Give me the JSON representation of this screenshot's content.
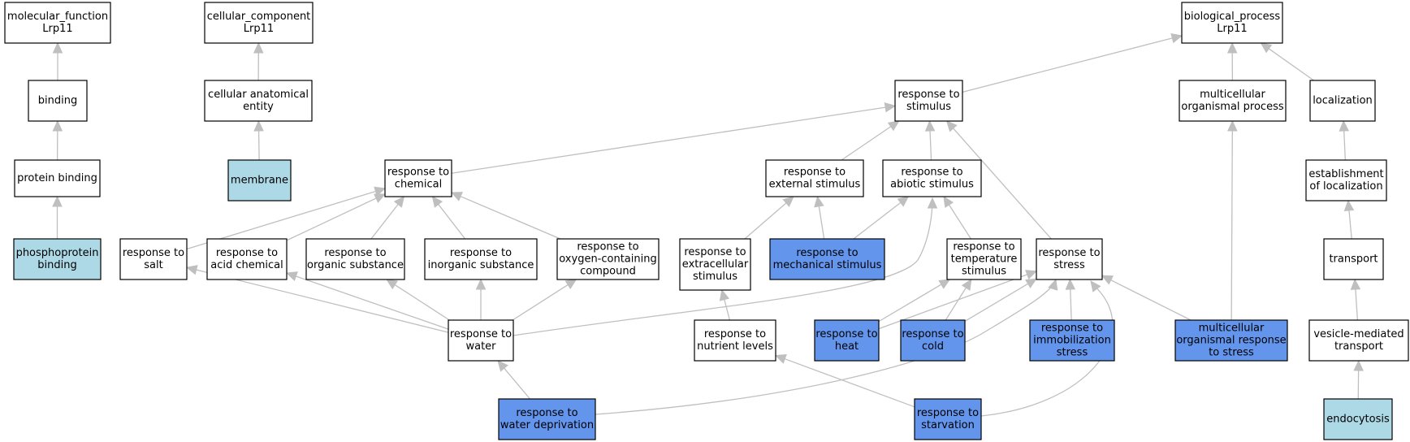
{
  "colors": {
    "plain": "#ffffff",
    "light_blue": "#add8e6",
    "blue": "#6495ed",
    "edge": "#bfbfbf",
    "border": "#000000"
  },
  "nodes": [
    {
      "id": "mf",
      "lines": [
        "molecular_function",
        "Lrp11"
      ],
      "fill": "plain"
    },
    {
      "id": "binding",
      "lines": [
        "binding"
      ],
      "fill": "plain"
    },
    {
      "id": "protein_binding",
      "lines": [
        "protein binding"
      ],
      "fill": "plain"
    },
    {
      "id": "phosphoprotein_binding",
      "lines": [
        "phosphoprotein",
        "binding"
      ],
      "fill": "light_blue"
    },
    {
      "id": "cc",
      "lines": [
        "cellular_component",
        "Lrp11"
      ],
      "fill": "plain"
    },
    {
      "id": "cae",
      "lines": [
        "cellular anatomical",
        "entity"
      ],
      "fill": "plain"
    },
    {
      "id": "membrane",
      "lines": [
        "membrane"
      ],
      "fill": "light_blue"
    },
    {
      "id": "bp",
      "lines": [
        "biological_process",
        "Lrp11"
      ],
      "fill": "plain"
    },
    {
      "id": "rts",
      "lines": [
        "response to",
        "stimulus"
      ],
      "fill": "plain"
    },
    {
      "id": "mop",
      "lines": [
        "multicellular",
        "organismal process"
      ],
      "fill": "plain"
    },
    {
      "id": "loc",
      "lines": [
        "localization"
      ],
      "fill": "plain"
    },
    {
      "id": "rtc",
      "lines": [
        "response to",
        "chemical"
      ],
      "fill": "plain"
    },
    {
      "id": "res",
      "lines": [
        "response to",
        "external stimulus"
      ],
      "fill": "plain"
    },
    {
      "id": "ras",
      "lines": [
        "response to",
        "abiotic stimulus"
      ],
      "fill": "plain"
    },
    {
      "id": "eol",
      "lines": [
        "establishment",
        "of localization"
      ],
      "fill": "plain"
    },
    {
      "id": "rtsalt",
      "lines": [
        "response to",
        "salt"
      ],
      "fill": "plain"
    },
    {
      "id": "rac",
      "lines": [
        "response to",
        "acid chemical"
      ],
      "fill": "plain"
    },
    {
      "id": "ros",
      "lines": [
        "response to",
        "organic substance"
      ],
      "fill": "plain"
    },
    {
      "id": "ris",
      "lines": [
        "response to",
        "inorganic substance"
      ],
      "fill": "plain"
    },
    {
      "id": "rocc",
      "lines": [
        "response to",
        "oxygen-containing",
        "compound"
      ],
      "fill": "plain"
    },
    {
      "id": "rexs",
      "lines": [
        "response to",
        "extracellular",
        "stimulus"
      ],
      "fill": "plain"
    },
    {
      "id": "rms",
      "lines": [
        "response to",
        "mechanical stimulus"
      ],
      "fill": "blue"
    },
    {
      "id": "rtemp",
      "lines": [
        "response to",
        "temperature",
        "stimulus"
      ],
      "fill": "plain"
    },
    {
      "id": "rstress",
      "lines": [
        "response to",
        "stress"
      ],
      "fill": "plain"
    },
    {
      "id": "transport",
      "lines": [
        "transport"
      ],
      "fill": "plain"
    },
    {
      "id": "rwater",
      "lines": [
        "response to",
        "water"
      ],
      "fill": "plain"
    },
    {
      "id": "rnl",
      "lines": [
        "response to",
        "nutrient levels"
      ],
      "fill": "plain"
    },
    {
      "id": "rheat",
      "lines": [
        "response to",
        "heat"
      ],
      "fill": "blue"
    },
    {
      "id": "rcold",
      "lines": [
        "response to",
        "cold"
      ],
      "fill": "blue"
    },
    {
      "id": "ris2",
      "lines": [
        "response to",
        "immobilization",
        "stress"
      ],
      "fill": "blue"
    },
    {
      "id": "mors",
      "lines": [
        "multicellular",
        "organismal response",
        "to stress"
      ],
      "fill": "blue"
    },
    {
      "id": "vmt",
      "lines": [
        "vesicle-mediated",
        "transport"
      ],
      "fill": "plain"
    },
    {
      "id": "rwd",
      "lines": [
        "response to",
        "water deprivation"
      ],
      "fill": "blue"
    },
    {
      "id": "rstarv",
      "lines": [
        "response to",
        "starvation"
      ],
      "fill": "blue"
    },
    {
      "id": "endo",
      "lines": [
        "endocytosis"
      ],
      "fill": "light_blue"
    }
  ],
  "edges": [
    [
      "binding",
      "mf"
    ],
    [
      "protein_binding",
      "binding"
    ],
    [
      "phosphoprotein_binding",
      "protein_binding"
    ],
    [
      "cae",
      "cc"
    ],
    [
      "membrane",
      "cae"
    ],
    [
      "rts",
      "bp"
    ],
    [
      "mop",
      "bp"
    ],
    [
      "loc",
      "bp"
    ],
    [
      "rtc",
      "rts"
    ],
    [
      "res",
      "rts"
    ],
    [
      "ras",
      "rts"
    ],
    [
      "rstress",
      "rts"
    ],
    [
      "eol",
      "loc"
    ],
    [
      "transport",
      "eol"
    ],
    [
      "vmt",
      "transport"
    ],
    [
      "endo",
      "vmt"
    ],
    [
      "rtsalt",
      "rtc"
    ],
    [
      "rac",
      "rtc"
    ],
    [
      "ros",
      "rtc"
    ],
    [
      "ris",
      "rtc"
    ],
    [
      "rocc",
      "rtc"
    ],
    [
      "rexs",
      "res"
    ],
    [
      "rms",
      "res"
    ],
    [
      "rms",
      "ras"
    ],
    [
      "rtemp",
      "ras"
    ],
    [
      "rwater",
      "rtsalt"
    ],
    [
      "rwater",
      "rac"
    ],
    [
      "rwater",
      "ros"
    ],
    [
      "rwater",
      "ris"
    ],
    [
      "rwater",
      "rocc"
    ],
    [
      "rwater",
      "ras"
    ],
    [
      "rnl",
      "rexs"
    ],
    [
      "rheat",
      "rtemp"
    ],
    [
      "rheat",
      "rstress"
    ],
    [
      "rcold",
      "rtemp"
    ],
    [
      "rcold",
      "rstress"
    ],
    [
      "ris2",
      "rstress"
    ],
    [
      "mors",
      "rstress"
    ],
    [
      "mors",
      "mop"
    ],
    [
      "rwd",
      "rwater"
    ],
    [
      "rwd",
      "rstress"
    ],
    [
      "rstarv",
      "rnl"
    ],
    [
      "rstarv",
      "rstress"
    ]
  ]
}
